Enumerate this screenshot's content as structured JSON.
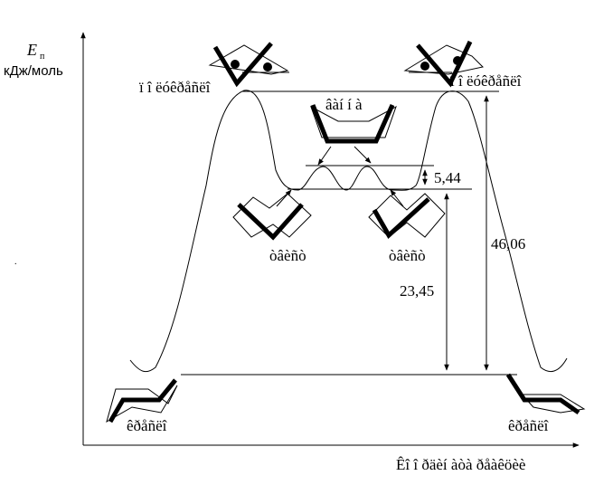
{
  "axes": {
    "y_symbol": "E",
    "y_subscript": "п",
    "y_unit": "кДж/моль",
    "x_label": "Êî î ðäèí àòà ðåàêöèè"
  },
  "labels": {
    "transition_left": "ï î ëóêðåñëî",
    "transition_right": "ï î ëóêðåñëî",
    "boat": "âàí í à",
    "twist_left": "òâèñò",
    "twist_right": "òâèñò",
    "chair_left": "êðåñëî",
    "chair_right": "êðåñëî"
  },
  "energies": {
    "twist_boat_gap": "5,44",
    "twist_level": "23,45",
    "barrier": "46,06"
  }
}
